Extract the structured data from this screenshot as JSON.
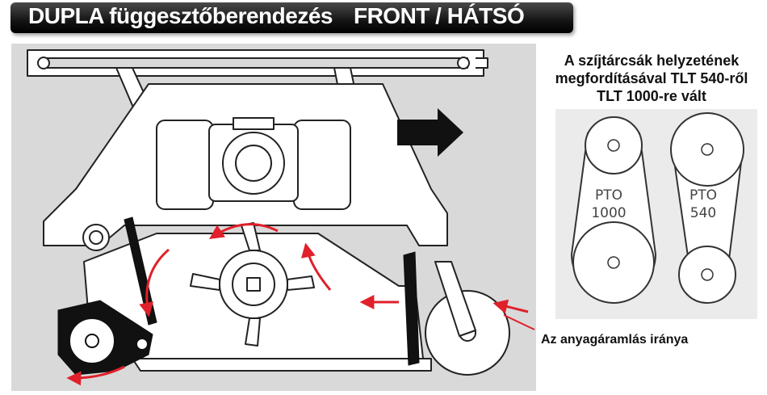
{
  "title": {
    "main": "DUPLA függesztőberendezés",
    "sub": "FRONT / HÁTSÓ"
  },
  "note_lines": [
    "A szíjtárcsák helyzetének",
    "megfordításával TLT 540-ről",
    "TLT 1000-re vált"
  ],
  "belts": [
    {
      "line1": "PTO",
      "line2": "1000"
    },
    {
      "line1": "PTO",
      "line2": "540"
    }
  ],
  "flow_label": "Az anyagáramlás iránya",
  "colors": {
    "title_bg": "#111111",
    "title_text": "#ffffff",
    "arrow": "#e0202a",
    "machine_bg": "#d9d9d9",
    "belt_panel": "#ebebeb"
  }
}
